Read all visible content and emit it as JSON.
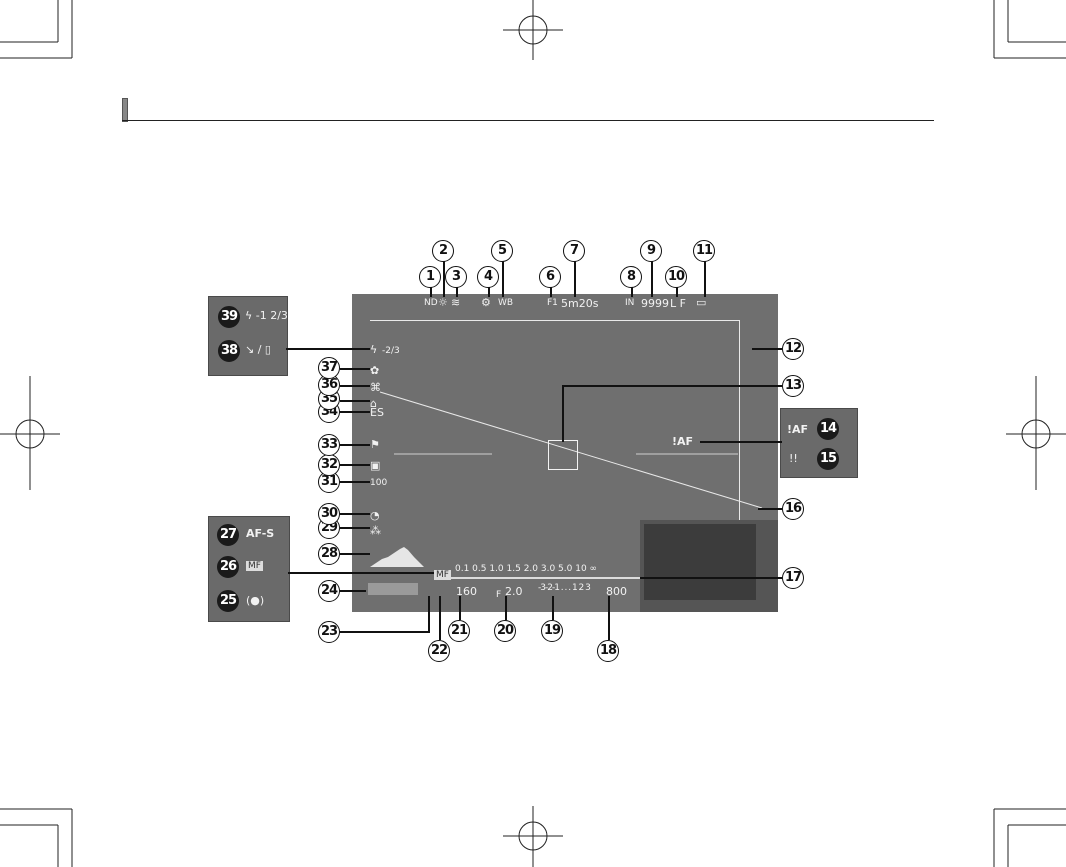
{
  "indicators": {
    "top": [
      {
        "id": "ind-1",
        "text": "ND"
      },
      {
        "id": "ind-2",
        "text": "☼"
      },
      {
        "id": "ind-3",
        "text": "≋"
      },
      {
        "id": "ind-4",
        "text": "⚙"
      },
      {
        "id": "ind-5",
        "text": "WB"
      },
      {
        "id": "ind-6",
        "text": "F1"
      },
      {
        "id": "ind-7",
        "text": "5m20s"
      },
      {
        "id": "ind-8",
        "text": "IN"
      },
      {
        "id": "ind-9",
        "text": "9999"
      },
      {
        "id": "ind-10",
        "text": "L F"
      },
      {
        "id": "ind-11",
        "text": "▭"
      }
    ],
    "left_top": [
      {
        "id": "flash",
        "text": "ϟ"
      },
      {
        "id": "flash-frac",
        "text": "-2/3"
      }
    ],
    "right_af": "!AF",
    "bottom": {
      "scale_values": "0.1 0.5  1.0  1.5  2.0  3.0  5.0 10 ∞",
      "mf": "MF",
      "iso_value": "160",
      "f_prefix": "F",
      "f_value": "2.0",
      "ev_scale": "-3-2-1 . . . 1 2 3",
      "shutter_value": "800"
    },
    "left_col": [
      {
        "id": "ind-37",
        "text": "✿"
      },
      {
        "id": "ind-36",
        "text": "⌘"
      },
      {
        "id": "ind-35",
        "text": "⌂"
      },
      {
        "id": "ind-34",
        "text": "ES"
      },
      {
        "id": "ind-33",
        "text": "⚑"
      },
      {
        "id": "ind-32",
        "text": "▣"
      },
      {
        "id": "ind-31",
        "text": "100"
      },
      {
        "id": "ind-30",
        "text": "◔"
      },
      {
        "id": "ind-29",
        "text": "⁂"
      }
    ]
  },
  "panels": {
    "flash_panel": {
      "badge_39": "39",
      "badge_38": "38",
      "flash_text": "ϟ -1 2/3",
      "remote_text": "↘ / ▯"
    },
    "af_panel": {
      "badge_14": "14",
      "badge_15": "15",
      "af_text": "!AF",
      "ev_text": "!!"
    },
    "focus_panel": {
      "badge_27": "27",
      "badge_26": "26",
      "badge_25": "25",
      "afs_text": "AF-S",
      "mf_text": "MF",
      "circle_text": "(●)"
    }
  },
  "badges": [
    "1",
    "2",
    "3",
    "4",
    "5",
    "6",
    "7",
    "8",
    "9",
    "10",
    "11",
    "12",
    "13",
    "16",
    "17",
    "18",
    "19",
    "20",
    "21",
    "22",
    "23",
    "24",
    "28",
    "29",
    "30",
    "31",
    "32",
    "33",
    "34",
    "35",
    "36",
    "37"
  ]
}
